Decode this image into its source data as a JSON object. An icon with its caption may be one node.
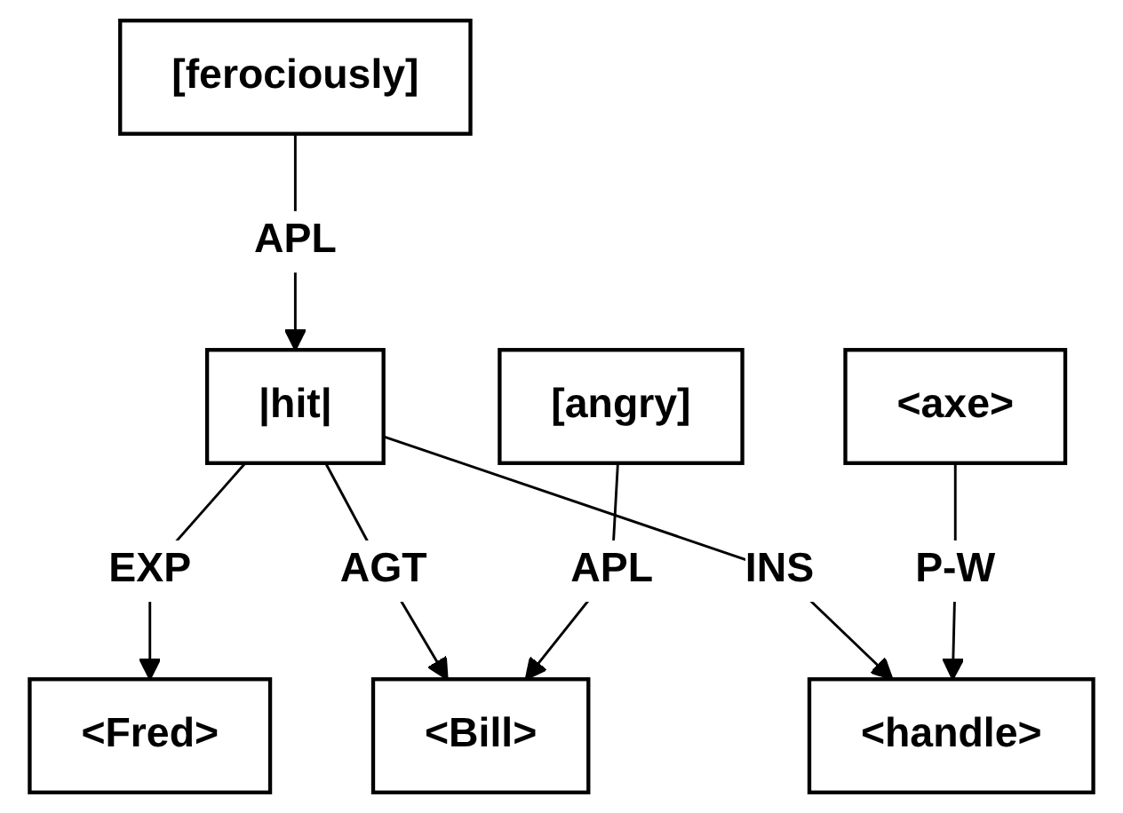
{
  "diagram": {
    "nodes": [
      {
        "text": [
          "[ferociously]"
        ]
      },
      {
        "text": [
          "<Fred>"
        ]
      },
      {
        "text": [
          "|hit|"
        ]
      },
      {
        "text": [
          "<Bill>"
        ]
      },
      {
        "text": [
          "<handle>"
        ]
      },
      {
        "text": [
          "[angry]"
        ]
      },
      {
        "text": [
          "<axe>"
        ]
      }
    ],
    "edges": [
      {
        "from": 0,
        "to": 2,
        "arrow": "to",
        "label": "APL"
      },
      {
        "from": 2,
        "to": 1,
        "arrow": "to",
        "label": "EXP"
      },
      {
        "from": 2,
        "to": 3,
        "arrow": "to",
        "label": "AGT"
      },
      {
        "from": 2,
        "to": 4,
        "arrow": "to",
        "label": "INS"
      },
      {
        "from": 5,
        "to": 3,
        "arrow": "to",
        "label": "APL"
      },
      {
        "from": 6,
        "to": 4,
        "arrow": "to",
        "label": "P-W"
      }
    ]
  }
}
